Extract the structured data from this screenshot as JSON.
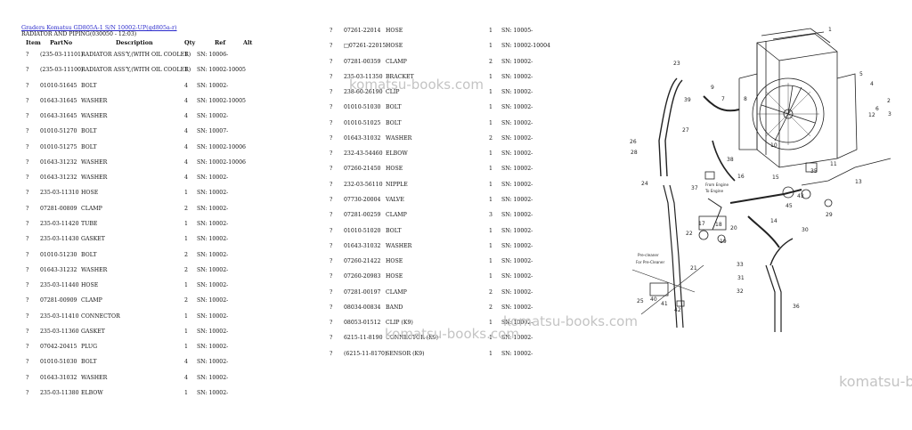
{
  "header": {
    "link": "Graders Komatsu GD805A-1 S/N 10002-UP(gd805a-r)",
    "subtitle": "RADIATOR AND PIPING(030050 - 12:03)"
  },
  "columns": {
    "item": "Item",
    "partno": "PartNo",
    "description": "Description",
    "qty": "Qty",
    "ref": "Ref",
    "alt": "Alt"
  },
  "left_rows": [
    {
      "item": "?",
      "part": "(235-03-11101)",
      "desc": "RADIATOR ASS'Y,(WITH OIL COOLER)",
      "qty": "1",
      "sn": "SN: 10006-"
    },
    {
      "item": "?",
      "part": "(235-03-11100)",
      "desc": "RADIATOR ASS'Y,(WITH OIL COOLER)",
      "qty": "1",
      "sn": "SN: 10002-10005"
    },
    {
      "item": "?",
      "part": "01010-51645",
      "desc": "BOLT",
      "qty": "4",
      "sn": "SN: 10002-"
    },
    {
      "item": "?",
      "part": "01643-31645",
      "desc": "WASHER",
      "qty": "4",
      "sn": "SN: 10002-10005"
    },
    {
      "item": "?",
      "part": "01643-31645",
      "desc": "WASHER",
      "qty": "4",
      "sn": "SN: 10002-"
    },
    {
      "item": "?",
      "part": "01010-51270",
      "desc": "BOLT",
      "qty": "4",
      "sn": "SN: 10007-"
    },
    {
      "item": "?",
      "part": "01010-51275",
      "desc": "BOLT",
      "qty": "4",
      "sn": "SN: 10002-10006"
    },
    {
      "item": "?",
      "part": "01643-31232",
      "desc": "WASHER",
      "qty": "4",
      "sn": "SN: 10002-10006"
    },
    {
      "item": "?",
      "part": "01643-31232",
      "desc": "WASHER",
      "qty": "4",
      "sn": "SN: 10002-"
    },
    {
      "item": "?",
      "part": "235-03-11310",
      "desc": "HOSE",
      "qty": "1",
      "sn": "SN: 10002-"
    },
    {
      "item": "?",
      "part": "07281-00809",
      "desc": "CLAMP",
      "qty": "2",
      "sn": "SN: 10002-"
    },
    {
      "item": "?",
      "part": "235-03-11420",
      "desc": "TUBE",
      "qty": "1",
      "sn": "SN: 10002-"
    },
    {
      "item": "?",
      "part": "235-03-11430",
      "desc": "GASKET",
      "qty": "1",
      "sn": "SN: 10002-"
    },
    {
      "item": "?",
      "part": "01010-51230",
      "desc": "BOLT",
      "qty": "2",
      "sn": "SN: 10002-"
    },
    {
      "item": "?",
      "part": "01643-31232",
      "desc": "WASHER",
      "qty": "2",
      "sn": "SN: 10002-"
    },
    {
      "item": "?",
      "part": "235-03-11440",
      "desc": "HOSE",
      "qty": "1",
      "sn": "SN: 10002-"
    },
    {
      "item": "?",
      "part": "07281-00909",
      "desc": "CLAMP",
      "qty": "2",
      "sn": "SN: 10002-"
    },
    {
      "item": "?",
      "part": "235-03-11410",
      "desc": "CONNECTOR",
      "qty": "1",
      "sn": "SN: 10002-"
    },
    {
      "item": "?",
      "part": "235-03-11360",
      "desc": "GASKET",
      "qty": "1",
      "sn": "SN: 10002-"
    },
    {
      "item": "?",
      "part": "07042-20415",
      "desc": "PLUG",
      "qty": "1",
      "sn": "SN: 10002-"
    },
    {
      "item": "?",
      "part": "01010-51030",
      "desc": "BOLT",
      "qty": "4",
      "sn": "SN: 10002-"
    },
    {
      "item": "?",
      "part": "01643-31032",
      "desc": "WASHER",
      "qty": "4",
      "sn": "SN: 10002-"
    },
    {
      "item": "?",
      "part": "235-03-11380",
      "desc": "ELBOW",
      "qty": "1",
      "sn": "SN: 10002-"
    }
  ],
  "right_rows": [
    {
      "item": "?",
      "part": "07261-22014",
      "desc": "HOSE",
      "qty": "1",
      "sn": "SN: 10005-"
    },
    {
      "item": "?",
      "part": "□07261-22015",
      "desc": "HOSE",
      "qty": "1",
      "sn": "SN: 10002-10004"
    },
    {
      "item": "?",
      "part": "07281-00359",
      "desc": "CLAMP",
      "qty": "2",
      "sn": "SN: 10002-"
    },
    {
      "item": "?",
      "part": "235-03-11350",
      "desc": "BRACKET",
      "qty": "1",
      "sn": "SN: 10002-"
    },
    {
      "item": "?",
      "part": "238-60-26190",
      "desc": "CLIP",
      "qty": "1",
      "sn": "SN: 10002-"
    },
    {
      "item": "?",
      "part": "01010-51030",
      "desc": "BOLT",
      "qty": "1",
      "sn": "SN: 10002-"
    },
    {
      "item": "?",
      "part": "01010-51025",
      "desc": "BOLT",
      "qty": "1",
      "sn": "SN: 10002-"
    },
    {
      "item": "?",
      "part": "01643-31032",
      "desc": "WASHER",
      "qty": "2",
      "sn": "SN: 10002-"
    },
    {
      "item": "?",
      "part": "232-43-54460",
      "desc": "ELBOW",
      "qty": "1",
      "sn": "SN: 10002-"
    },
    {
      "item": "?",
      "part": "07260-21450",
      "desc": "HOSE",
      "qty": "1",
      "sn": "SN: 10002-"
    },
    {
      "item": "?",
      "part": "232-03-56110",
      "desc": "NIPPLE",
      "qty": "1",
      "sn": "SN: 10002-"
    },
    {
      "item": "?",
      "part": "07730-20004",
      "desc": "VALVE",
      "qty": "1",
      "sn": "SN: 10002-"
    },
    {
      "item": "?",
      "part": "07281-00259",
      "desc": "CLAMP",
      "qty": "3",
      "sn": "SN: 10002-"
    },
    {
      "item": "?",
      "part": "01010-51020",
      "desc": "BOLT",
      "qty": "1",
      "sn": "SN: 10002-"
    },
    {
      "item": "?",
      "part": "01643-31032",
      "desc": "WASHER",
      "qty": "1",
      "sn": "SN: 10002-"
    },
    {
      "item": "?",
      "part": "07260-21422",
      "desc": "HOSE",
      "qty": "1",
      "sn": "SN: 10002-"
    },
    {
      "item": "?",
      "part": "07260-20983",
      "desc": "HOSE",
      "qty": "1",
      "sn": "SN: 10002-"
    },
    {
      "item": "?",
      "part": "07281-00197",
      "desc": "CLAMP",
      "qty": "2",
      "sn": "SN: 10002-"
    },
    {
      "item": "?",
      "part": "08034-00834",
      "desc": "BAND",
      "qty": "2",
      "sn": "SN: 10002-"
    },
    {
      "item": "?",
      "part": "08053-01512",
      "desc": "CLIP (K9)",
      "qty": "1",
      "sn": "SN: 10002-"
    },
    {
      "item": "?",
      "part": "6215-11-8190",
      "desc": "CONNECTOR (K9)",
      "qty": "1",
      "sn": "SN: 10002-"
    },
    {
      "item": "?",
      "part": "(6215-11-8170)",
      "desc": "SENSOR (K9)",
      "qty": "1",
      "sn": "SN: 10002-"
    }
  ],
  "watermarks": [
    "komatsu-books.com",
    "komatsu-books.com",
    "komatsu-books.com",
    "komatsu-b"
  ],
  "diagram": {
    "callouts": [
      "1",
      "2",
      "3",
      "4",
      "5",
      "6",
      "7",
      "8",
      "9",
      "10",
      "11",
      "12",
      "13",
      "14",
      "15",
      "16",
      "17",
      "18",
      "19",
      "20",
      "21",
      "22",
      "23",
      "24",
      "25",
      "26",
      "27",
      "28",
      "29",
      "30",
      "31",
      "32",
      "33",
      "35",
      "36",
      "37",
      "38",
      "39",
      "40",
      "41",
      "42",
      "43",
      "45"
    ],
    "labels": [
      "Pre-cleaner",
      "For Pre-Cleaner",
      "From Engine",
      "To Engine"
    ]
  },
  "colors": {
    "link": "#2a2acc",
    "watermark": "#c4c4c4",
    "text": "#111111"
  }
}
